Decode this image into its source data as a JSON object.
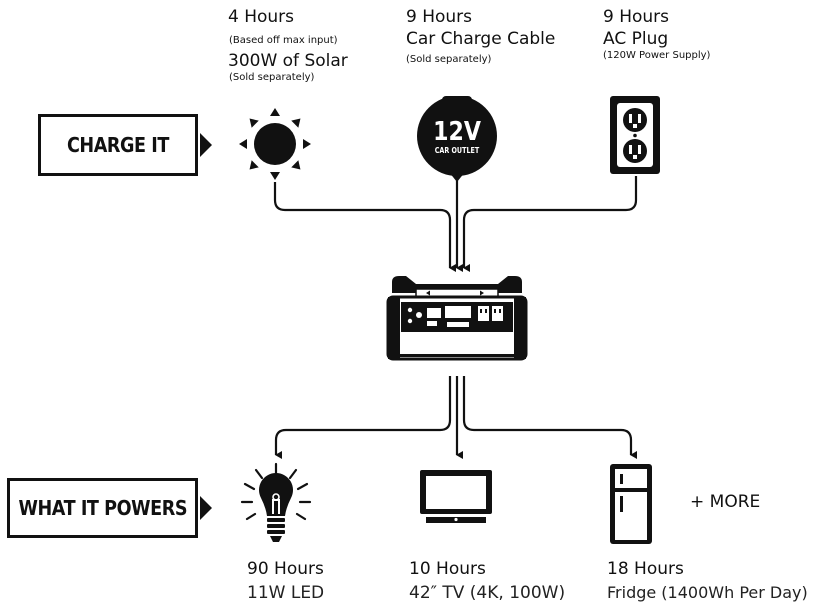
{
  "tags": {
    "charge": "CHARGE IT",
    "powers": "WHAT IT POWERS"
  },
  "inputs": {
    "solar": {
      "hours": "4 Hours",
      "note1": "(Based off max input)",
      "label": "300W of Solar",
      "note2": "(Sold separately)",
      "icon": "sun-icon"
    },
    "car": {
      "hours": "9 Hours",
      "label": "Car Charge Cable",
      "note": "(Sold separately)",
      "icon_big": "12V",
      "icon_small": "CAR OUTLET",
      "icon": "car-outlet-icon"
    },
    "ac": {
      "hours": "9 Hours",
      "label": "AC Plug",
      "note": "(120W Power Supply)",
      "icon": "wall-outlet-icon"
    }
  },
  "device": {
    "icon": "power-station-icon"
  },
  "outputs": {
    "led": {
      "hours": "90 Hours",
      "label": "11W LED",
      "icon": "light-bulb-icon"
    },
    "tv": {
      "hours": "10 Hours",
      "label": "42″ TV (4K, 100W)",
      "icon": "tv-icon"
    },
    "fridge": {
      "hours": "18 Hours",
      "label": "Fridge (1400Wh Per Day)",
      "icon": "fridge-icon"
    },
    "more": "+ MORE"
  },
  "colors": {
    "ink": "#111111",
    "background": "#ffffff"
  }
}
